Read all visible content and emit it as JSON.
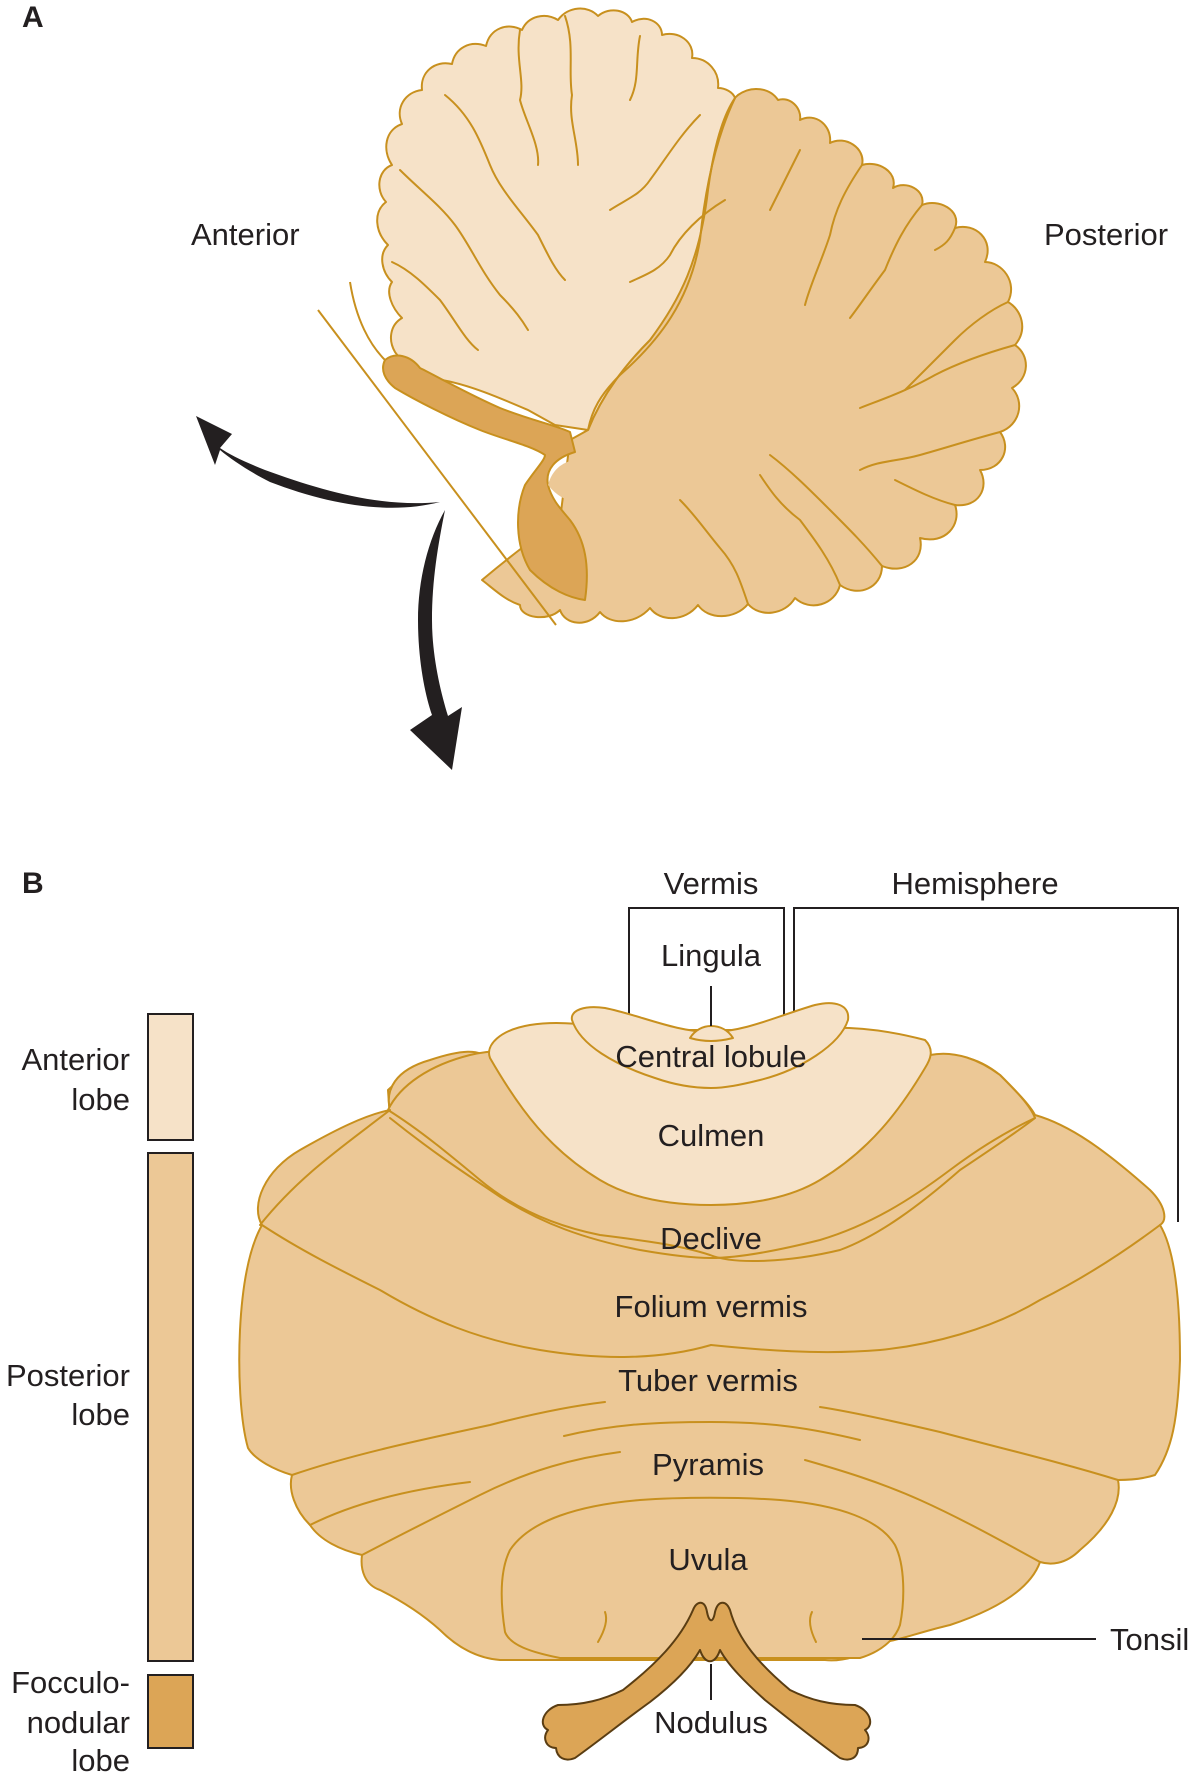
{
  "figure": {
    "panel_a": {
      "label": "A",
      "anterior_label": "Anterior",
      "posterior_label": "Posterior",
      "arrows": [
        "arrow-up-left",
        "arrow-down"
      ]
    },
    "panel_b": {
      "label": "B",
      "header_labels": {
        "vermis": "Vermis",
        "hemisphere": "Hemisphere"
      },
      "structures": {
        "lingula": "Lingula",
        "central_lobule": "Central lobule",
        "culmen": "Culmen",
        "declive": "Declive",
        "folium_vermis": "Folium vermis",
        "tuber_vermis": "Tuber vermis",
        "pyramis": "Pyramis",
        "uvula": "Uvula",
        "nodulus": "Nodulus",
        "tonsil": "Tonsil"
      },
      "legend": [
        {
          "line1": "Anterior",
          "line2": "lobe",
          "line3": "",
          "color": "#f6e2c8"
        },
        {
          "line1": "Posterior",
          "line2": "lobe",
          "line3": "",
          "color": "#ecc896"
        },
        {
          "line1": "Focculo-",
          "line2": "nodular",
          "line3": "lobe",
          "color": "#dca556"
        }
      ]
    },
    "colors": {
      "anterior": "#f6e2c8",
      "posterior": "#ecc896",
      "flocculonodular": "#dca556",
      "outline": "#c8901e",
      "text": "#231f20"
    }
  }
}
